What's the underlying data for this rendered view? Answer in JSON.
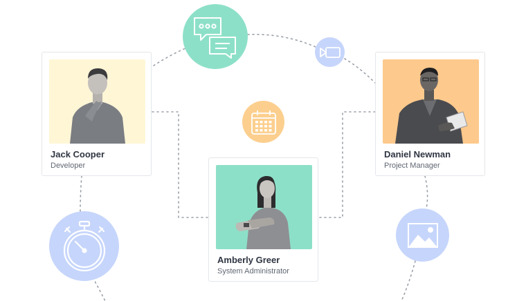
{
  "colors": {
    "mint": "#8de0c8",
    "peach": "#fccf8e",
    "blue": "#c6d5fb",
    "cream": "#fff6d6",
    "orange": "#fdc98c",
    "line": "#9aa0a8"
  },
  "people": [
    {
      "name": "Jack Cooper",
      "role": "Developer"
    },
    {
      "name": "Daniel Newman",
      "role": "Project Manager"
    },
    {
      "name": "Amberly Greer",
      "role": "System Administrator"
    }
  ],
  "icons": [
    "chat-icon",
    "video-camera-icon",
    "calendar-icon",
    "stopwatch-icon",
    "image-icon"
  ]
}
